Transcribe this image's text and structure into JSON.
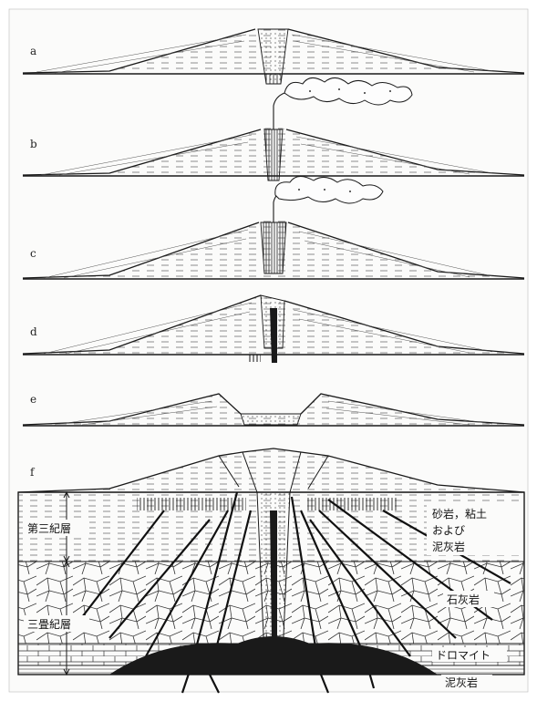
{
  "figure": {
    "panels": [
      {
        "id": "a",
        "letter": "a",
        "stage": "volcanic cone with filled central conduit",
        "plume": false
      },
      {
        "id": "b",
        "letter": "b",
        "stage": "eruption with drifting plume",
        "plume": true
      },
      {
        "id": "c",
        "letter": "c",
        "stage": "continued eruption with plume",
        "plume": true
      },
      {
        "id": "d",
        "letter": "d",
        "stage": "conduit widening, summit collapse begins",
        "plume": false
      },
      {
        "id": "e",
        "letter": "e",
        "stage": "summit collapse / caldera formation",
        "plume": false
      },
      {
        "id": "f",
        "letter": "f",
        "stage": "cross-section through collapsed volcano and bedrock",
        "plume": false
      }
    ],
    "strata": {
      "left_labels": [
        "第三紀層",
        "三畳紀層"
      ],
      "right_labels": [
        "砂岩，粘土",
        "および",
        "泥灰岩",
        "石灰岩",
        "ドロマイト",
        "泥灰岩"
      ]
    },
    "colors": {
      "ink": "#1a1a1a",
      "paper": "#ffffff",
      "panel_bg": "#fbfbfa"
    }
  }
}
